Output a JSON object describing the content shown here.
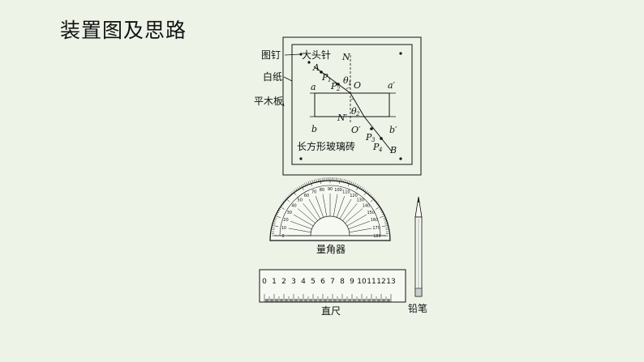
{
  "title": "装置图及思路",
  "labels": {
    "thumbtack": "图钉",
    "pin": "大头针",
    "white_paper": "白纸",
    "board": "平木板",
    "glass_block": "长方形玻璃砖",
    "protractor": "量角器",
    "ruler": "直尺",
    "pencil": "铅笔"
  },
  "points": {
    "N": "N",
    "A": "A",
    "P": "P",
    "O": "O",
    "a": "a",
    "a_prime": "a′",
    "theta": "θ",
    "N_prime": "N′",
    "O_prime": "O′",
    "b": "b",
    "b_prime": "b′",
    "B": "B",
    "sub1": "1",
    "sub2": "2",
    "sub3": "3",
    "sub4": "4"
  },
  "ruler_ticks": [
    "0",
    "1",
    "2",
    "3",
    "4",
    "5",
    "6",
    "7",
    "8",
    "9",
    "10",
    "11",
    "12",
    "13"
  ],
  "protractor_numbers": [
    "0",
    "10",
    "20",
    "30",
    "40",
    "50",
    "60",
    "70",
    "80",
    "90",
    "100",
    "110",
    "120",
    "130",
    "140",
    "150",
    "160",
    "170",
    "180"
  ]
}
